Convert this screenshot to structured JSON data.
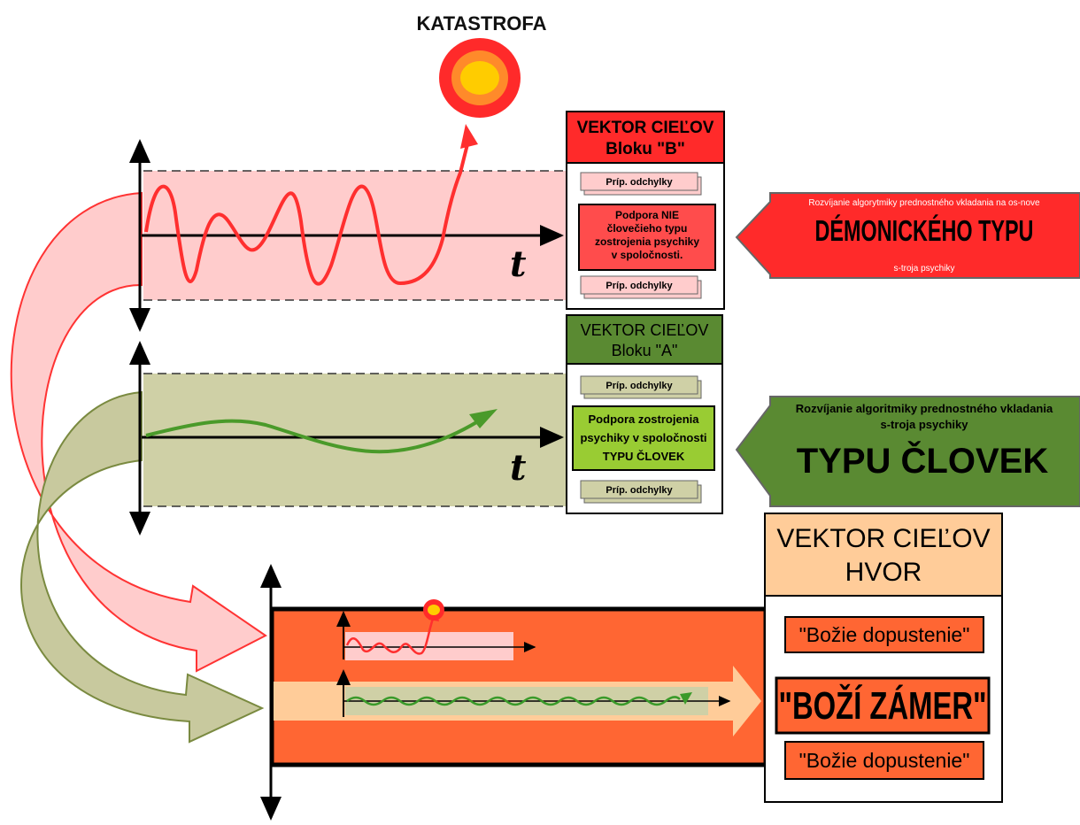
{
  "catastrophe_label": "KATASTROFA",
  "time_label": "t",
  "block_b": {
    "title_line1": "VEKTOR CIEĽOV",
    "title_line2": "Bloku \"B\"",
    "deviation_top": "Príp. odchylky",
    "main_lines": [
      "Podpora NIE",
      "človečieho typu",
      "zostrojenia psychiky",
      "v spoločnosti."
    ],
    "deviation_bottom": "Príp. odchylky",
    "arrow_line1": "Rozvíjanie algorytmiky prednostného vkladania na os-nove",
    "arrow_big": "DÉMONICKÉHO TYPU",
    "arrow_line3": "s-troja psychiky"
  },
  "block_a": {
    "title_line1": "VEKTOR CIEĽOV",
    "title_line2": "Bloku \"A\"",
    "deviation_top": "Príp. odchylky",
    "main_lines": [
      "Podpora zostrojenia",
      "psychiky v spoločnosti",
      "TYPU ČLOVEK"
    ],
    "deviation_bottom": "Príp. odchylky",
    "arrow_line1": "Rozvíjanie algoritmiky prednostného vkladania",
    "arrow_line2": "s-troja psychiky",
    "arrow_big": "TYPU ČLOVEK"
  },
  "hvor": {
    "title_line1": "VEKTOR CIEĽOV",
    "title_line2": "HVOR",
    "permission_top": "\"Božie dopustenie\"",
    "intent": "\"BOŽÍ ZÁMER\"",
    "permission_bottom": "\"Božie dopustenie\""
  },
  "colors": {
    "red": "#ff2f2f",
    "pink_band": "#ffcccc",
    "olive_band": "#cfd0a6",
    "green_dark": "#5a8a32",
    "green_light": "#99cc33",
    "orange": "#ff6633",
    "peach": "#ffcc99",
    "dark_red": "#e61e1e"
  }
}
